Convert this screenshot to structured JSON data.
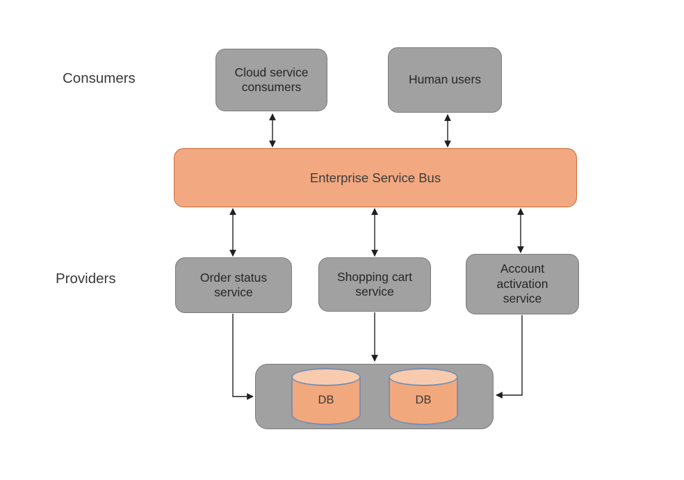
{
  "labels": {
    "consumers": "Consumers",
    "providers": "Providers"
  },
  "nodes": {
    "cloud": {
      "label": "Cloud service\nconsumers"
    },
    "human": {
      "label": "Human users"
    },
    "esb": {
      "label": "Enterprise Service Bus"
    },
    "order": {
      "label": "Order status\nservice"
    },
    "cart": {
      "label": "Shopping cart\nservice"
    },
    "account": {
      "label": "Account\nactivation\nservice"
    }
  },
  "databases": [
    {
      "label": "DB"
    },
    {
      "label": "DB"
    }
  ],
  "connections": [
    {
      "from": "cloud",
      "to": "esb",
      "bidirectional": true
    },
    {
      "from": "human",
      "to": "esb",
      "bidirectional": true
    },
    {
      "from": "esb",
      "to": "order",
      "bidirectional": true
    },
    {
      "from": "esb",
      "to": "cart",
      "bidirectional": true
    },
    {
      "from": "esb",
      "to": "account",
      "bidirectional": true
    },
    {
      "from": "order",
      "to": "db",
      "bidirectional": false
    },
    {
      "from": "cart",
      "to": "db",
      "bidirectional": false
    },
    {
      "from": "account",
      "to": "db",
      "bidirectional": false
    }
  ],
  "colors": {
    "box_gray": "#a1a1a1",
    "box_border_gray": "#7a7a7a",
    "esb_fill": "#f2a880",
    "esb_border": "#cb6a35",
    "cylinder_fill": "#f2a87d",
    "cylinder_top_fill": "#f8cbae",
    "cylinder_border": "#7a90b0",
    "connector": "#1f1f1f",
    "text": "#262626",
    "background": "#ffffff"
  }
}
